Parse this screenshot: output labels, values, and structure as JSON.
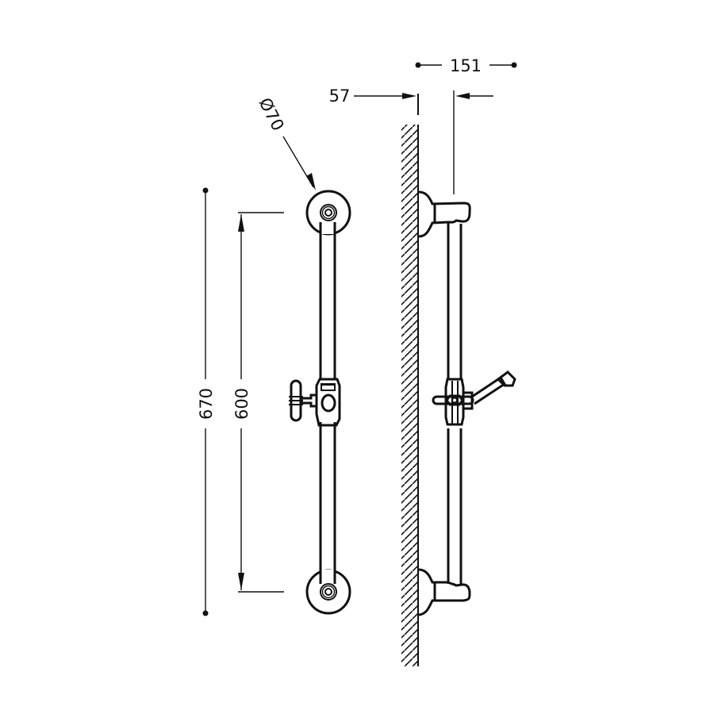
{
  "drawing": {
    "type": "technical-dimension-drawing",
    "subject": "shower slide rail with wall brackets and sliding holder",
    "colors": {
      "line": "#111111",
      "background": "#ffffff"
    },
    "front_view": {
      "dimensions": {
        "bracket_diameter": "Ø70",
        "total_height": "670",
        "center_distance": "600"
      }
    },
    "side_view": {
      "dimensions": {
        "wall_to_rail_center": "57",
        "total_projection": "151"
      },
      "wall": "hatched-wall-section"
    }
  }
}
